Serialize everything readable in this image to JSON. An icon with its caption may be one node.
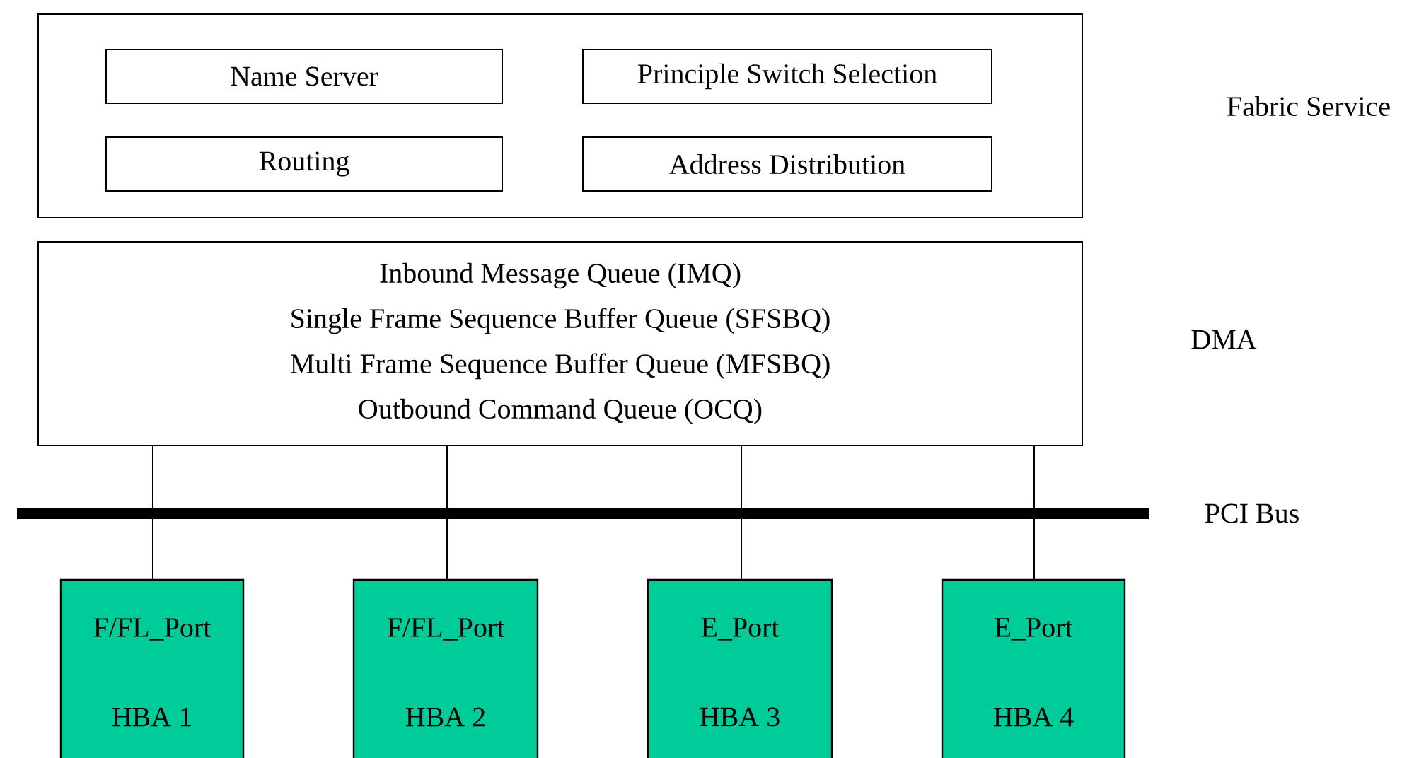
{
  "diagram": {
    "nodes": [
      {
        "text": [],
        "shape": "box"
      },
      {
        "text": [
          "Name Server"
        ],
        "in": 0
      },
      {
        "text": [
          "Principle Switch Selection"
        ],
        "in": 0
      },
      {
        "text": [
          "Routing"
        ],
        "in": 0
      },
      {
        "text": [
          "Address Distribution"
        ],
        "in": 0
      },
      {
        "text": [
          "Inbound Message Queue (IMQ)",
          "Single Frame Sequence Buffer Queue (SFSBQ)",
          "Multi Frame Sequence Buffer Queue (MFSBQ)",
          "Outbound Command Queue (OCQ)"
        ]
      },
      {
        "text": [],
        "shape": "bar",
        "beside": [
          "PCI Bus"
        ]
      },
      {
        "text": [
          "F/FL_Port",
          "HBA 1"
        ]
      },
      {
        "text": [
          "F/FL_Port",
          "HBA 2"
        ]
      },
      {
        "text": [
          "E_Port",
          "HBA 3"
        ]
      },
      {
        "text": [
          "E_Port",
          "HBA 4"
        ]
      }
    ],
    "edges": [
      {
        "from": 5,
        "to": 6,
        "arrow": "none"
      },
      {
        "from": 5,
        "to": 6,
        "arrow": "none"
      },
      {
        "from": 5,
        "to": 6,
        "arrow": "none"
      },
      {
        "from": 5,
        "to": 6,
        "arrow": "none"
      },
      {
        "from": 6,
        "to": 7,
        "arrow": "none"
      },
      {
        "from": 6,
        "to": 8,
        "arrow": "none"
      },
      {
        "from": 6,
        "to": 9,
        "arrow": "none"
      },
      {
        "from": 6,
        "to": 10,
        "arrow": "none"
      }
    ],
    "labels": [
      "Fabric Service",
      "DMA"
    ]
  }
}
